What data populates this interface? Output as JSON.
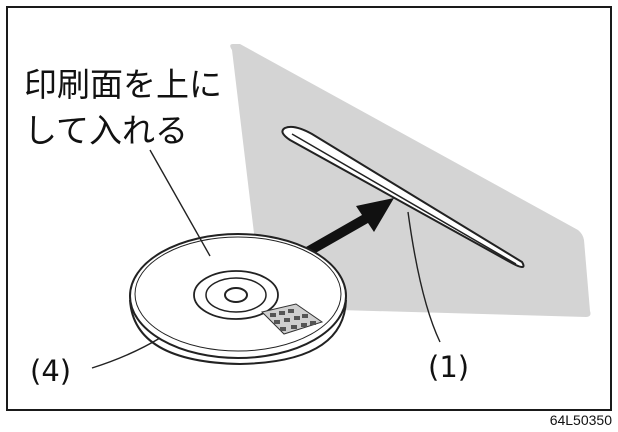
{
  "instruction": {
    "line1": "印刷面を上に",
    "line2": "して入れる"
  },
  "callouts": {
    "disc": "(4)",
    "slot": "(1)"
  },
  "figure_code": "64L50350",
  "colors": {
    "panel": "#d4d4d4",
    "stroke": "#222222",
    "frame": "#1a1a1a",
    "disc_fill": "#ffffff",
    "arrow": "#111111"
  }
}
